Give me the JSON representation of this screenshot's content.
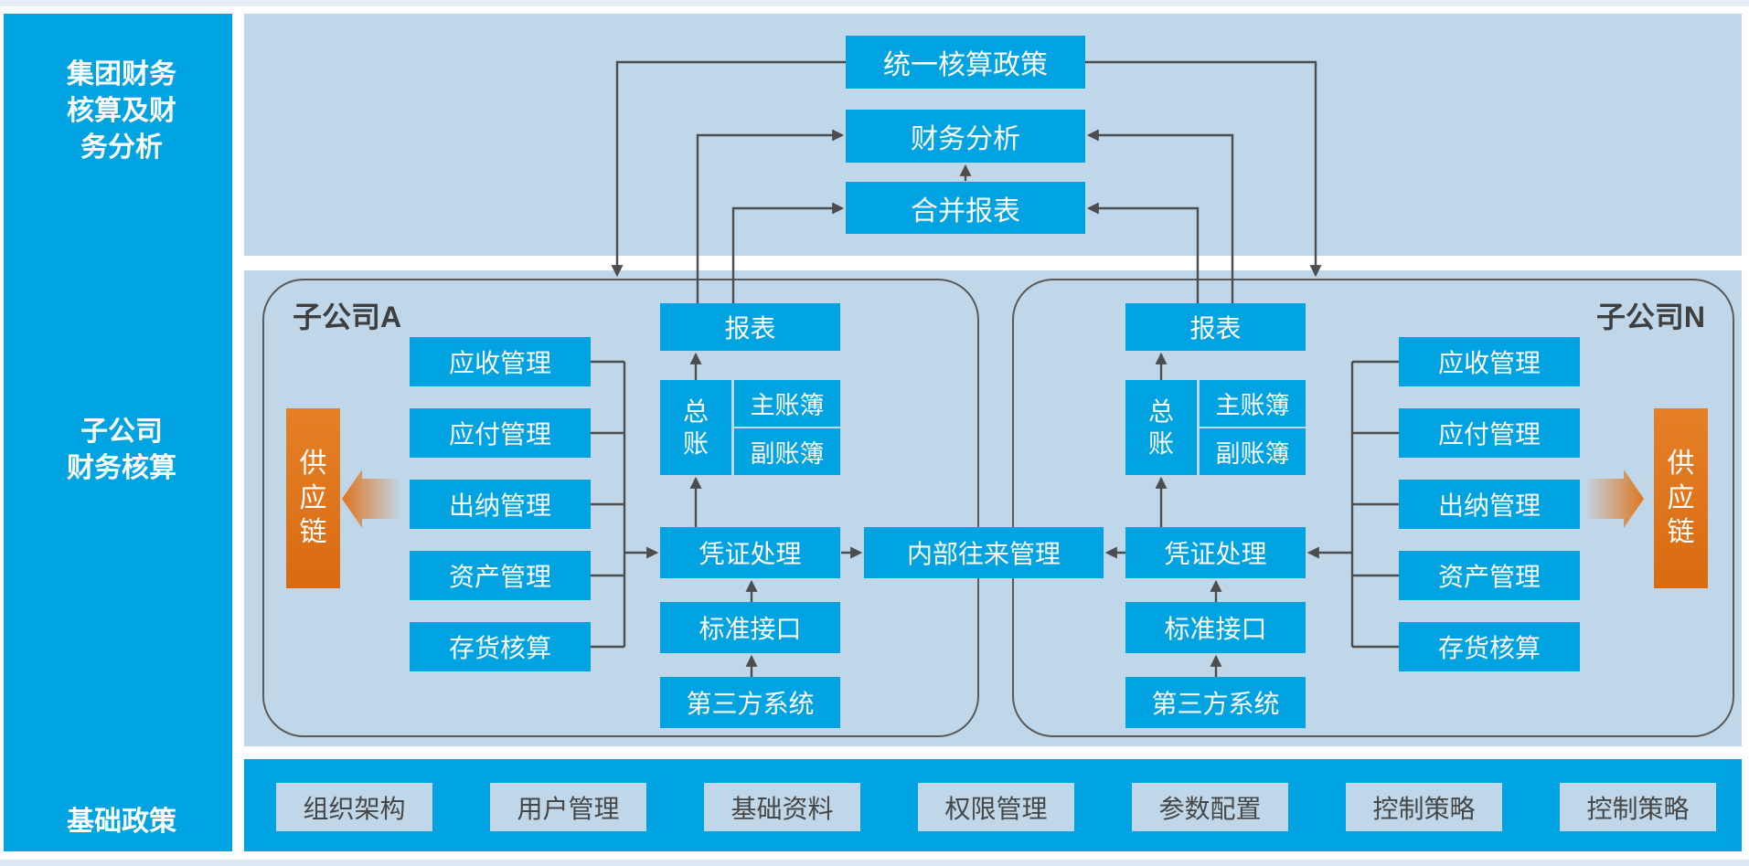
{
  "sidebar": {
    "sections": [
      {
        "label": "集团财务\n核算及财\n务分析"
      },
      {
        "label": "子公司\n财务核算"
      },
      {
        "label": "基础政策"
      }
    ]
  },
  "group_level": {
    "unified_policy": "统一核算政策",
    "financial_analysis": "财务分析",
    "consolidated_report": "合并报表"
  },
  "subsidiary_a": {
    "title": "子公司A",
    "supply_chain": "供应链",
    "modules": [
      "应收管理",
      "应付管理",
      "出纳管理",
      "资产管理",
      "存货核算"
    ],
    "report": "报表",
    "general_ledger": "总账",
    "main_ledger": "主账簿",
    "sub_ledger": "副账簿",
    "voucher": "凭证处理",
    "interface": "标准接口",
    "third_party": "第三方系统"
  },
  "subsidiary_n": {
    "title": "子公司N",
    "supply_chain": "供应链",
    "modules": [
      "应收管理",
      "应付管理",
      "出纳管理",
      "资产管理",
      "存货核算"
    ],
    "report": "报表",
    "general_ledger": "总账",
    "main_ledger": "主账簿",
    "sub_ledger": "副账簿",
    "voucher": "凭证处理",
    "interface": "标准接口",
    "third_party": "第三方系统"
  },
  "intercompany": {
    "label": "内部往来管理"
  },
  "bottom_bar": {
    "items": [
      "组织架构",
      "用户管理",
      "基础资料",
      "权限管理",
      "参数配置",
      "控制策略",
      "控制策略"
    ]
  },
  "colors": {
    "accent_blue": "#00a3e1",
    "panel_light_blue": "#bfd7e9",
    "orange": "#df761d",
    "line_gray": "#4d4d4d",
    "dark_text": "#3f3f3f"
  }
}
